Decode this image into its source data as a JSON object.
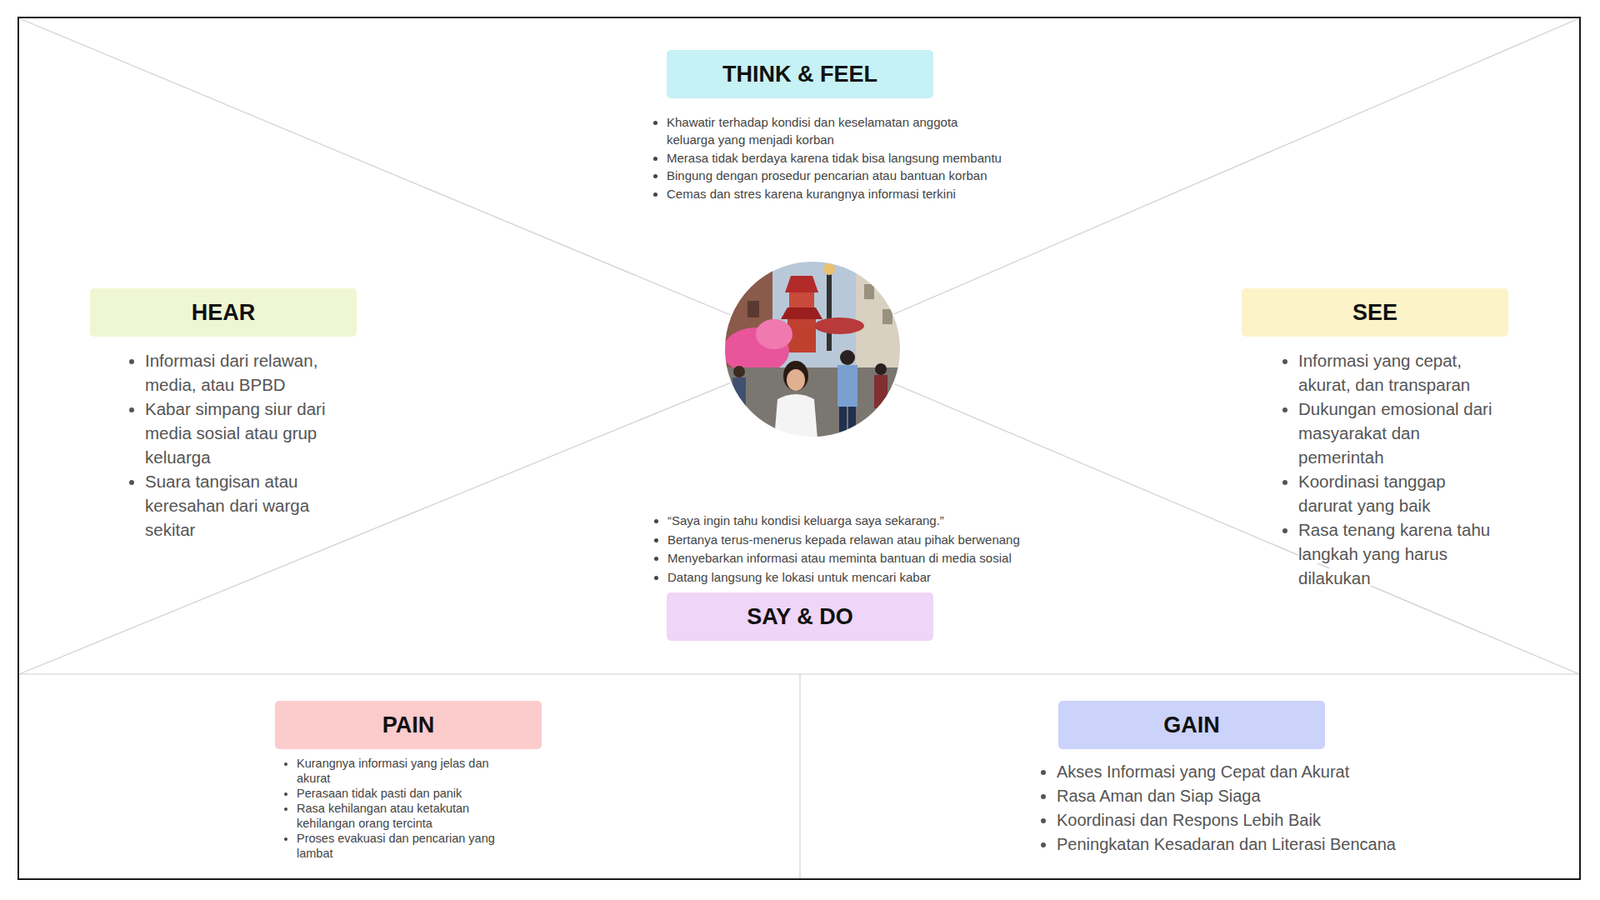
{
  "diagram": {
    "nodes": [
      {
        "text": [
          "THINK & FEEL"
        ]
      },
      {
        "text": [
          "HEAR"
        ]
      },
      {
        "text": [
          "SEE"
        ]
      },
      {
        "text": [
          "SAY & DO"
        ]
      },
      {
        "text": [
          "PAIN"
        ]
      },
      {
        "text": [
          "GAIN"
        ]
      }
    ],
    "labels": [
      "Khawatir terhadap kondisi dan keselamatan anggota keluarga yang menjadi korban",
      "Merasa tidak berdaya karena tidak bisa langsung membantu",
      "Bingung dengan prosedur pencarian atau bantuan korban",
      "Cemas dan stres karena kurangnya informasi terkini",
      "Informasi dari relawan, media, atau BPBD",
      "Kabar simpang siur dari media sosial atau grup keluarga",
      "Suara tangisan atau keresahan dari warga sekitar",
      "Informasi yang cepat, akurat, dan transparan",
      "Dukungan emosional dari masyarakat dan pemerintah",
      "Koordinasi tanggap darurat yang baik",
      "Rasa tenang karena tahu langkah yang harus dilakukan",
      "“Saya ingin tahu kondisi keluarga saya sekarang.”",
      "Bertanya terus-menerus kepada relawan atau pihak berwenang",
      "Menyebarkan informasi atau meminta bantuan di media sosial",
      "Datang langsung ke lokasi untuk mencari kabar",
      "Kurangnya informasi yang jelas dan akurat",
      "Perasaan tidak pasti dan panik",
      "Rasa kehilangan atau ketakutan kehilangan orang tercinta",
      "Proses evakuasi dan pencarian yang lambat",
      "Akses Informasi yang Cepat dan Akurat",
      "Rasa Aman dan Siap Siaga",
      "Koordinasi dan Respons Lebih Baik",
      "Peningkatan Kesadaran dan Literasi Bencana"
    ]
  }
}
